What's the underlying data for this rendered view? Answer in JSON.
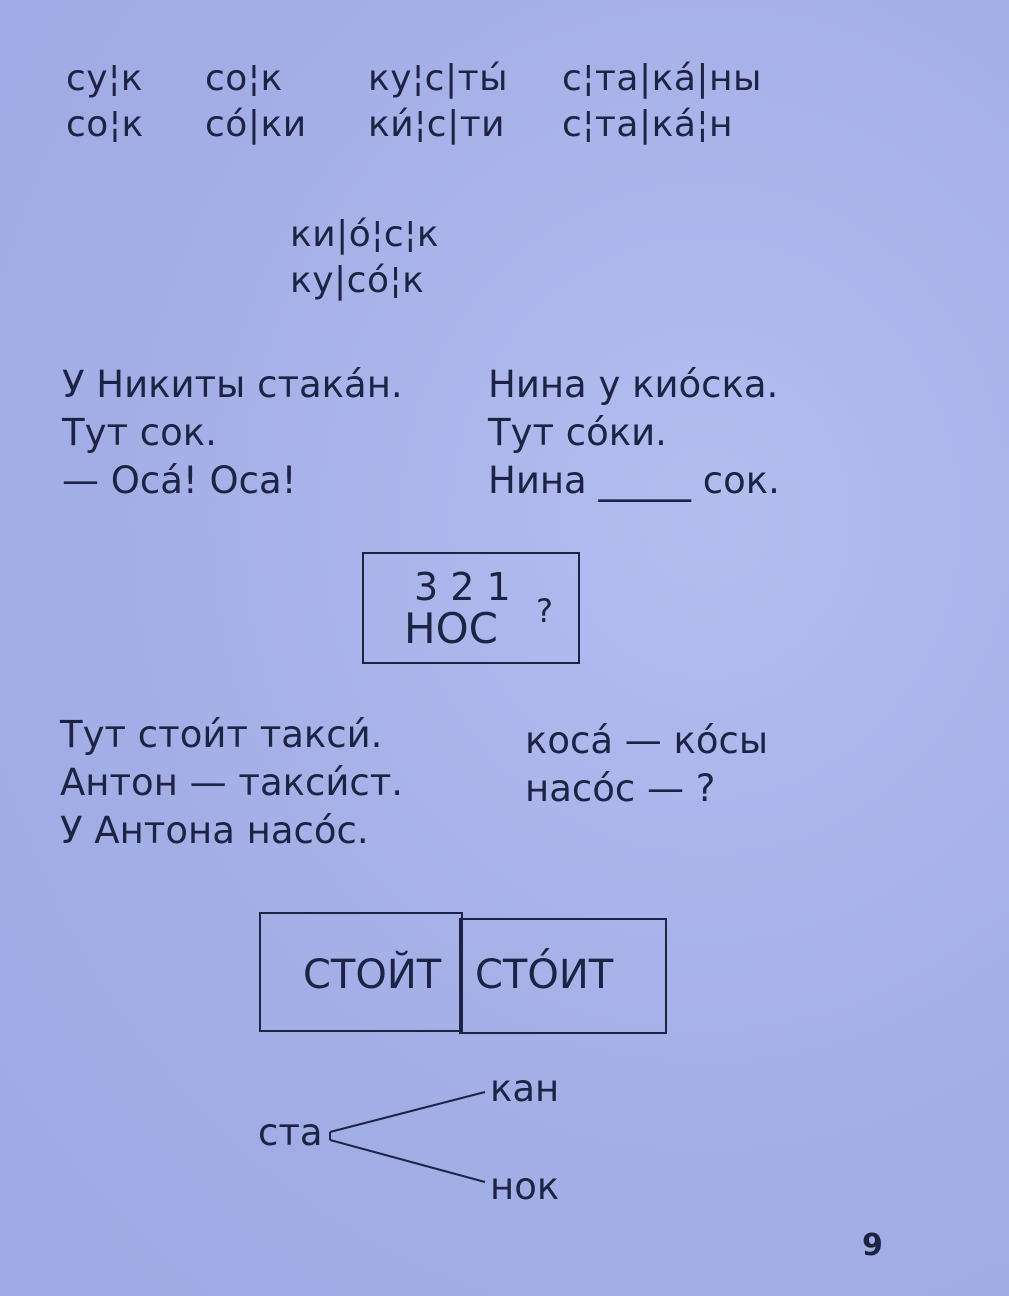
{
  "word_grid": [
    [
      "су¦к",
      "со¦к",
      "ку¦с|ты́",
      "с¦та|ка́|ны"
    ],
    [
      "со¦к",
      "со́|ки",
      "ки́¦с|ти",
      "с¦та|ка́¦н"
    ]
  ],
  "center_words": [
    "ки|о́¦с¦к",
    "ку|со́¦к"
  ],
  "text_left_1": [
    "У Никиты стака́н.",
    "Тут сок.",
    "— Оса́! Оса!"
  ],
  "text_right_1": [
    "Нина у кио́ска.",
    "Тут со́ки.",
    "Нина _____ сок."
  ],
  "puzzle_box": {
    "digits": "3 2 1",
    "word": "НОС",
    "question": "?"
  },
  "text_left_2": [
    "Тут стои́т такси́.",
    "Антон — такси́ст.",
    "У Антона насо́с."
  ],
  "text_right_2": [
    "коса́ — ко́сы",
    "насо́с — ?"
  ],
  "stress_box": [
    "СТОЙТ",
    "СТО́ИТ"
  ],
  "branch": {
    "root": "ста",
    "top": "кан",
    "bottom": "нок"
  },
  "page_number": "9"
}
